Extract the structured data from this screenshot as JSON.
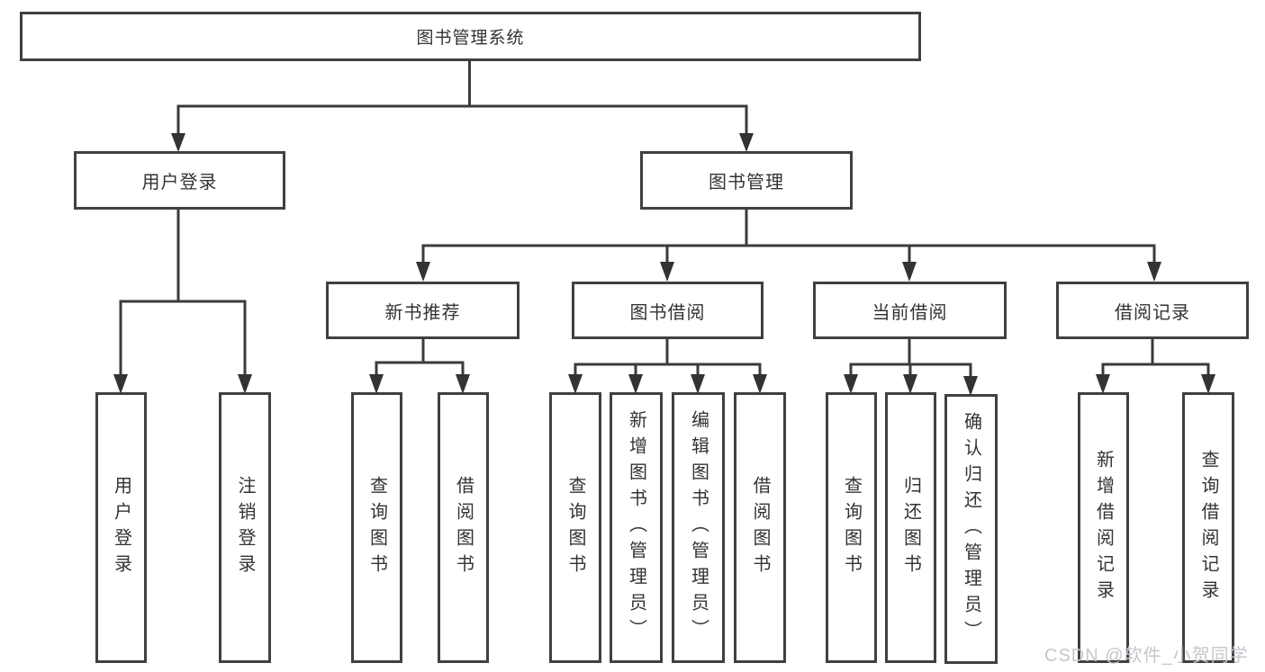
{
  "diagram_title": "图书管理系统",
  "tree": {
    "root": {
      "label": "图书管理系统"
    },
    "branches": [
      {
        "label": "用户登录",
        "children": [
          {
            "label": "用户登录"
          },
          {
            "label": "注销登录"
          }
        ]
      },
      {
        "label": "图书管理",
        "groups": [
          {
            "label": "新书推荐",
            "children": [
              {
                "label": "查询图书"
              },
              {
                "label": "借阅图书"
              }
            ]
          },
          {
            "label": "图书借阅",
            "children": [
              {
                "label": "查询图书"
              },
              {
                "label": "新增图书（管理员）"
              },
              {
                "label": "编辑图书（管理员）"
              },
              {
                "label": "借阅图书"
              }
            ]
          },
          {
            "label": "当前借阅",
            "children": [
              {
                "label": "查询图书"
              },
              {
                "label": "归还图书"
              },
              {
                "label": "确认归还（管理员）"
              }
            ]
          },
          {
            "label": "借阅记录",
            "children": [
              {
                "label": "新增借阅记录"
              },
              {
                "label": "查询借阅记录"
              }
            ]
          }
        ]
      }
    ]
  },
  "watermark": {
    "text": "CSDN @软件_小贺同学"
  },
  "colors": {
    "line": "#3b3b3b",
    "arrow": "#333333",
    "box_border": "#404040",
    "text": "#333333",
    "watermark": "#c3c7cc",
    "background": "#ffffff"
  }
}
